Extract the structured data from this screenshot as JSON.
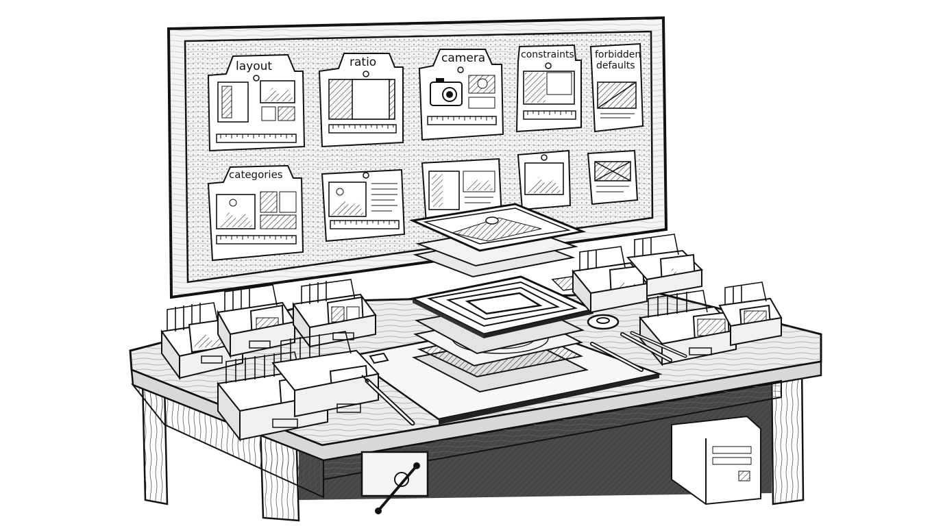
{
  "board": {
    "labels": {
      "layout": "layout",
      "ratio": "ratio",
      "camera": "camera",
      "constraints": "constraints",
      "forbidden_line1": "forbidden",
      "forbidden_line2": "defaults",
      "categories": "categories"
    }
  },
  "colors": {
    "ink": "#1a1a1a",
    "paper": "#ffffff",
    "cork": "#f1f1f1",
    "wood": "#e6e6e6",
    "shade": "#bdbdbd"
  }
}
